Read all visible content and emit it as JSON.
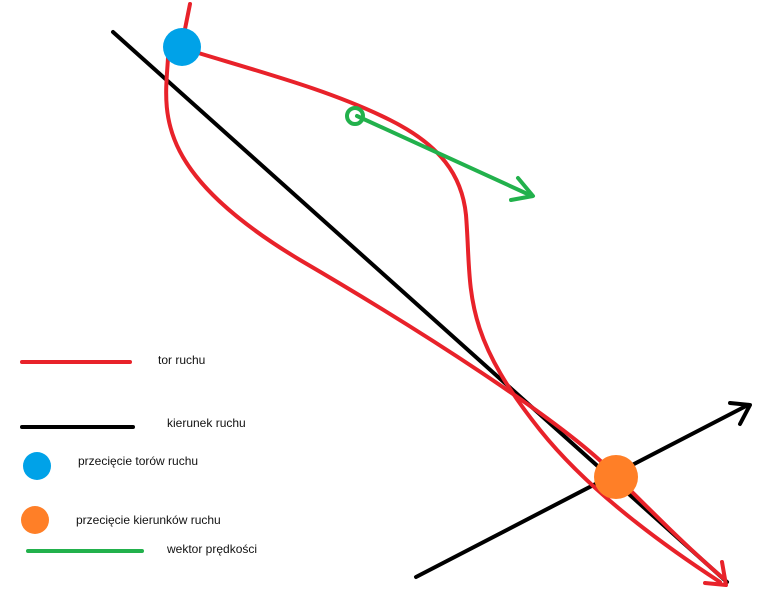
{
  "colors": {
    "trajectory": "#e8222a",
    "direction": "#000000",
    "velocity": "#22b14c",
    "trajectory_intersection": "#00a2e8",
    "direction_intersection": "#ff7f27"
  },
  "legend": [
    {
      "key": "trajectory",
      "label": "tor ruchu"
    },
    {
      "key": "direction",
      "label": "kierunek ruchu"
    },
    {
      "key": "trajectory_intersection",
      "label": "przecięcie torów ruchu"
    },
    {
      "key": "direction_intersection",
      "label": "przecięcie kierunków ruchu"
    },
    {
      "key": "velocity",
      "label": "wektor prędkości"
    }
  ]
}
